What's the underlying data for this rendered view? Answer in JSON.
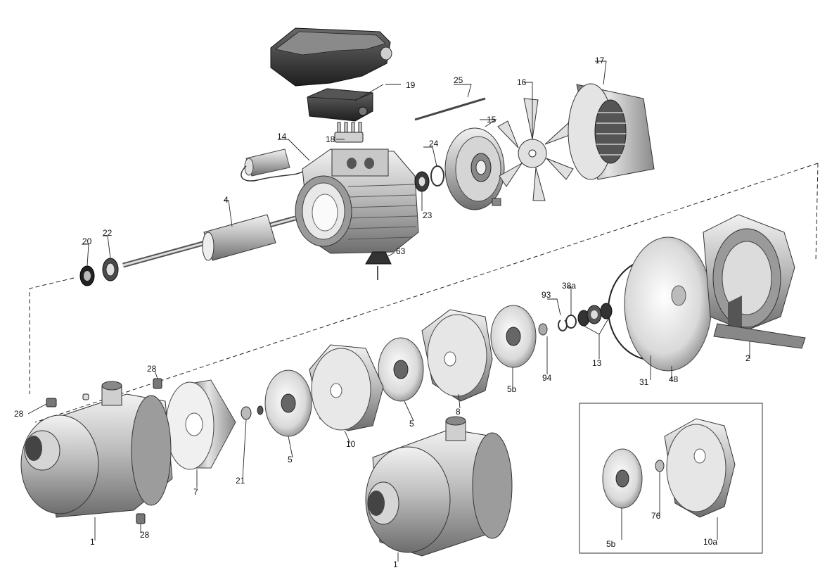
{
  "diagram": {
    "callouts": [
      {
        "id": "c19",
        "text": "19"
      },
      {
        "id": "c25",
        "text": "25"
      },
      {
        "id": "c16",
        "text": "16"
      },
      {
        "id": "c17",
        "text": "17"
      },
      {
        "id": "c18",
        "text": "18"
      },
      {
        "id": "c15",
        "text": "15"
      },
      {
        "id": "c14",
        "text": "14"
      },
      {
        "id": "c24",
        "text": "24"
      },
      {
        "id": "c23",
        "text": "23"
      },
      {
        "id": "c4",
        "text": "4"
      },
      {
        "id": "c20",
        "text": "20"
      },
      {
        "id": "c22",
        "text": "22"
      },
      {
        "id": "c63",
        "text": "63"
      },
      {
        "id": "c93",
        "text": "93"
      },
      {
        "id": "c38a",
        "text": "38a"
      },
      {
        "id": "c2",
        "text": "2"
      },
      {
        "id": "c13",
        "text": "13"
      },
      {
        "id": "c94",
        "text": "94"
      },
      {
        "id": "c31",
        "text": "31"
      },
      {
        "id": "c48",
        "text": "48"
      },
      {
        "id": "c5b_top",
        "text": "5b"
      },
      {
        "id": "c8",
        "text": "8"
      },
      {
        "id": "c5_mid",
        "text": "5"
      },
      {
        "id": "c10",
        "text": "10"
      },
      {
        "id": "c5_low",
        "text": "5"
      },
      {
        "id": "c21",
        "text": "21"
      },
      {
        "id": "c7",
        "text": "7"
      },
      {
        "id": "c28_a",
        "text": "28"
      },
      {
        "id": "c28_b",
        "text": "28"
      },
      {
        "id": "c28_c",
        "text": "28"
      },
      {
        "id": "c1_left",
        "text": "1"
      },
      {
        "id": "c1_mid",
        "text": "1"
      },
      {
        "id": "c5b_inset",
        "text": "5b"
      },
      {
        "id": "c76",
        "text": "76"
      },
      {
        "id": "c10a",
        "text": "10a"
      }
    ]
  }
}
